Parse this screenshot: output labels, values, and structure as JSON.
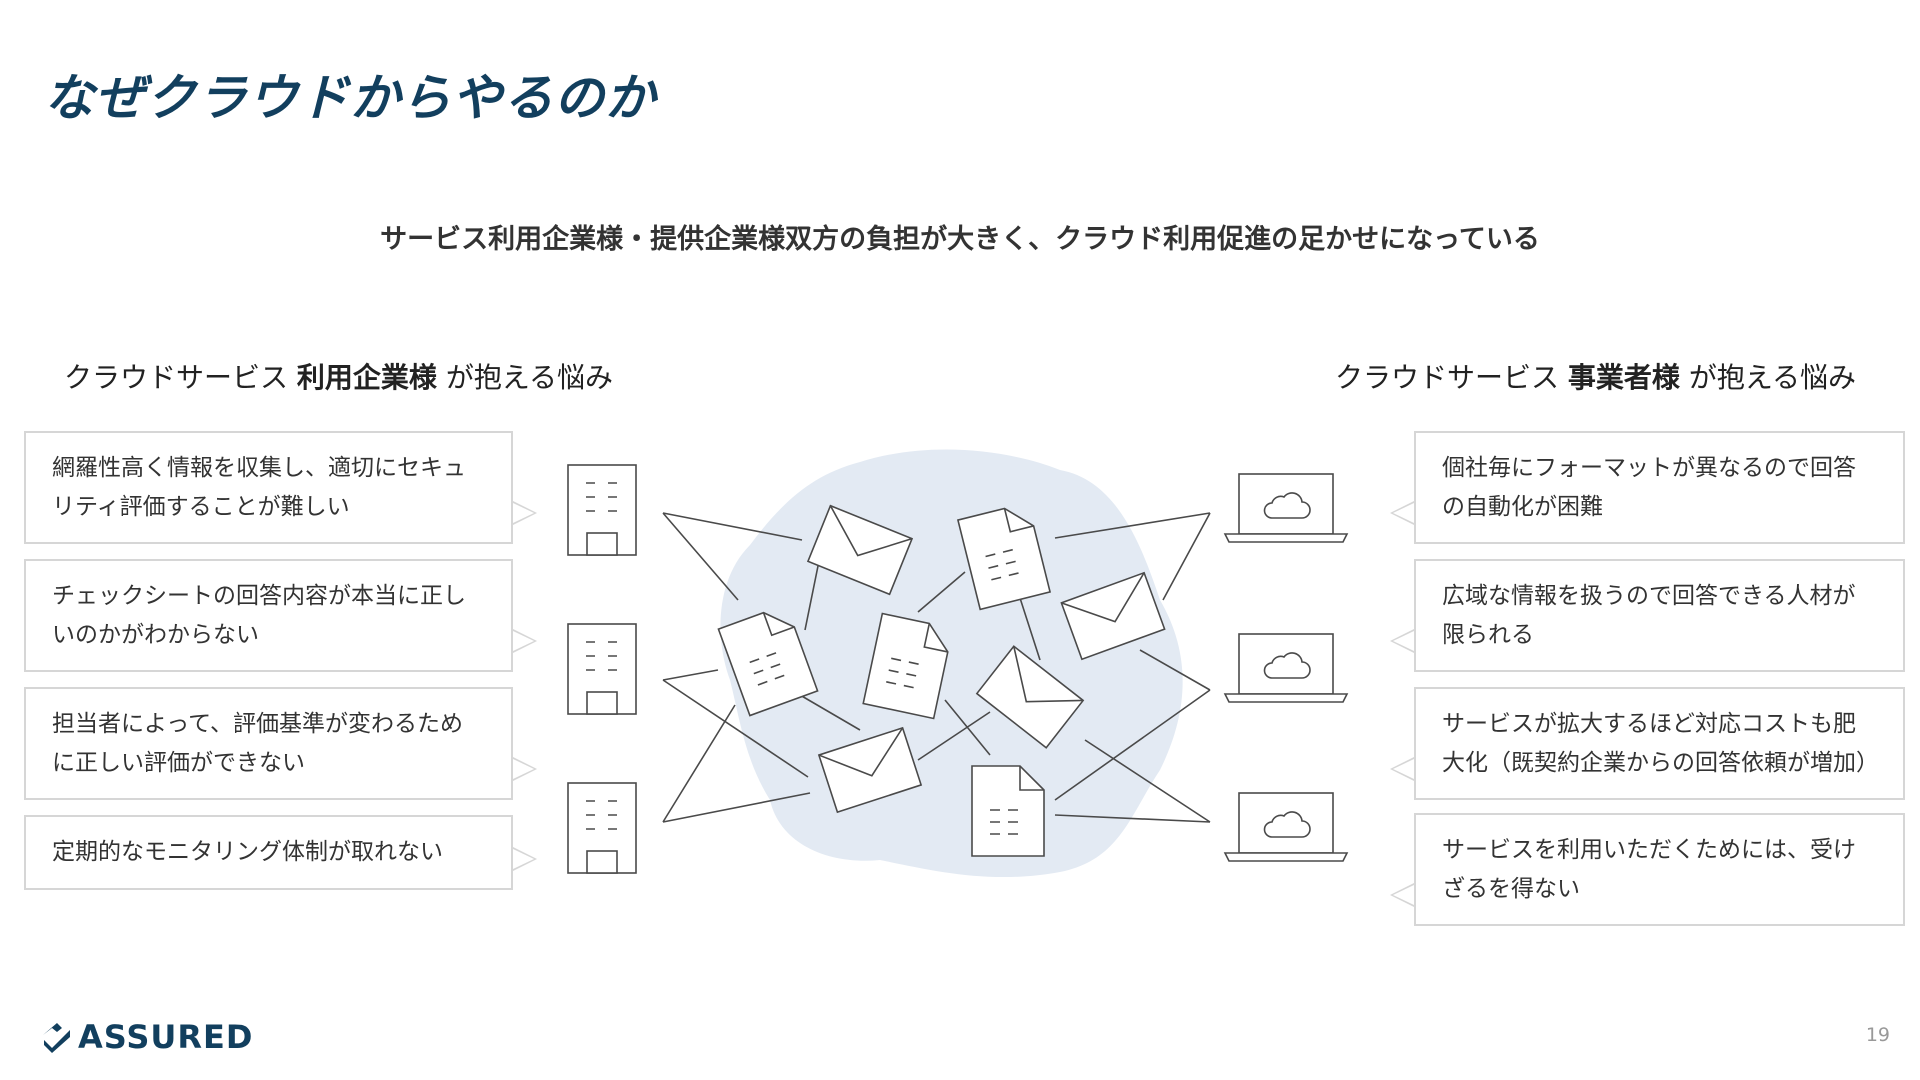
{
  "title": "なぜクラウドからやるのか",
  "subtitle": "サービス利用企業様・提供企業様双方の負担が大きく、クラウド利用促進の足かせになっている",
  "left_column": {
    "header_pre": "クラウドサービス ",
    "header_bold": "利用企業様",
    "header_post": " が抱える悩み",
    "items": [
      "網羅性高く情報を収集し、適切にセキュリティ評価することが難しい",
      "チェックシートの回答内容が本当に正しいのかがわからない",
      "担当者によって、評価基準が変わるために正しい評価ができない",
      "定期的なモニタリング体制が取れない"
    ]
  },
  "right_column": {
    "header_pre": "クラウドサービス ",
    "header_bold": "事業者様",
    "header_post": " が抱える悩み",
    "items": [
      "個社毎にフォーマットが異なるので回答の自動化が困難",
      "広域な情報を扱うので回答できる人材が限られる",
      "サービスが拡大するほど対応コストも肥大化（既契約企業からの回答依頼が増加）",
      "サービスを利用いただくためには、受けざるを得ない"
    ]
  },
  "illustration": {
    "left_icons": [
      "building-icon",
      "building-icon",
      "building-icon"
    ],
    "right_icons": [
      "cloud-laptop-icon",
      "cloud-laptop-icon",
      "cloud-laptop-icon"
    ],
    "documents": [
      "document-icon",
      "document-icon",
      "document-icon",
      "document-icon"
    ],
    "envelopes": [
      "envelope-icon",
      "envelope-icon",
      "envelope-icon",
      "envelope-icon"
    ],
    "blob_color": "#e3eaf3",
    "line_color": "#4a4a4a"
  },
  "logo": {
    "text": "ASSURED",
    "color": "#123f5e"
  },
  "page_number": "19"
}
